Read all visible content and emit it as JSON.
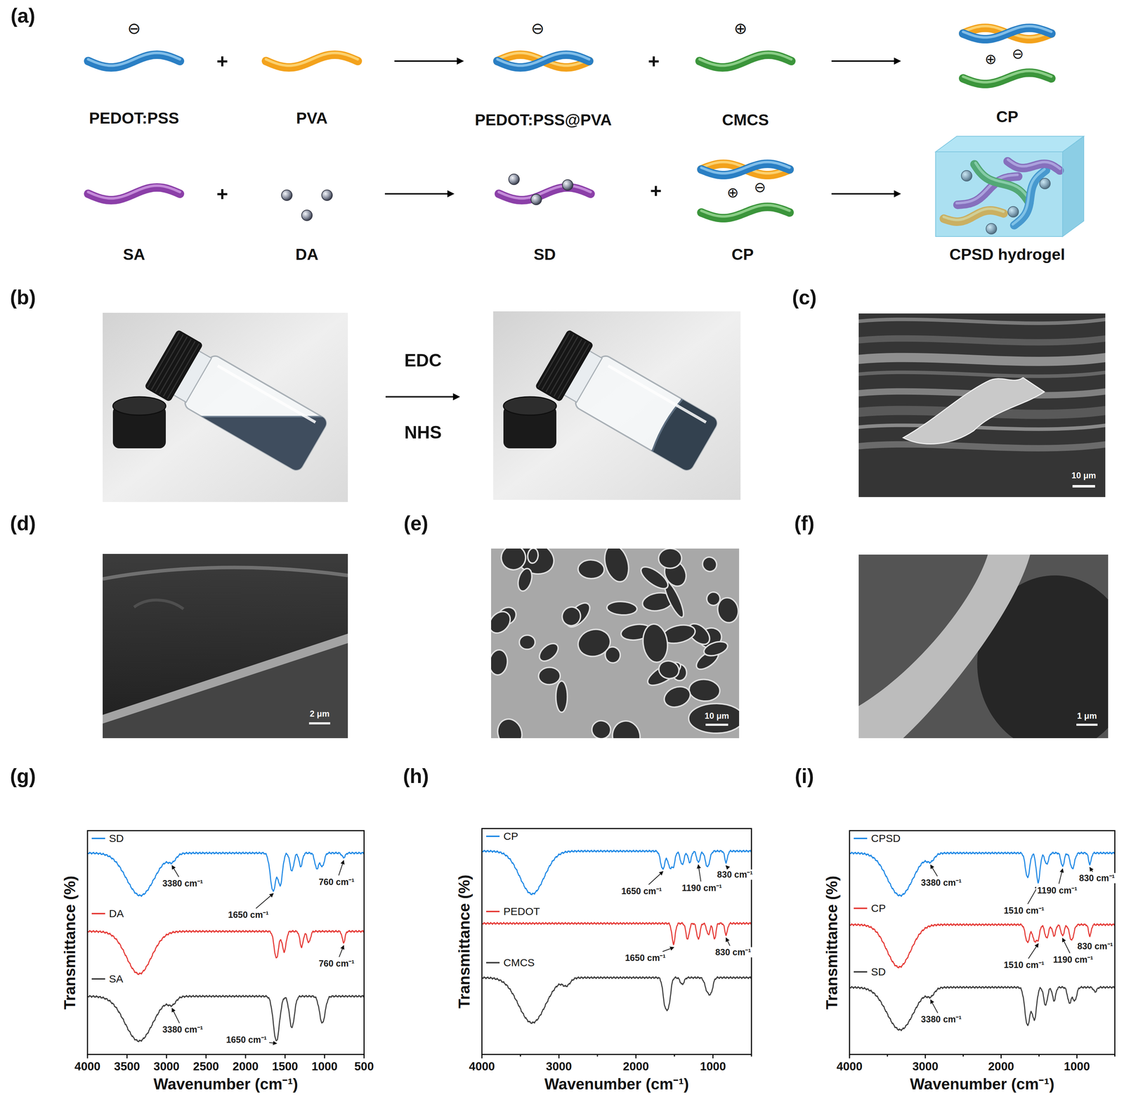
{
  "diagram": {
    "labels": [
      "(a)",
      "⊖",
      "+",
      "⊖",
      "+",
      "⊕",
      "⊕",
      "⊖",
      "PEDOT:PSS",
      "PVA",
      "PEDOT:PSS@PVA",
      "CMCS",
      "CP",
      "+",
      "+",
      "⊕",
      "⊖",
      "SA",
      "DA",
      "SD",
      "CP",
      "CPSD hydrogel",
      "(b)",
      "EDC",
      "NHS",
      "(c)",
      "10 μm",
      "(d)",
      "(e)",
      "(f)",
      "2 μm",
      "10 μm",
      "1 μm",
      "(g)",
      "(h)",
      "(i)",
      "3380 cm⁻¹",
      "1650 cm⁻¹",
      "760 cm⁻¹",
      "760 cm⁻¹",
      "3380 cm⁻¹",
      "1650 cm⁻¹",
      "Transmittance (%)",
      "4000",
      "3500",
      "3000",
      "2500",
      "2000",
      "1500",
      "1000",
      "500",
      "Wavenumber (cm⁻¹)",
      "1650 cm⁻¹",
      "1190 cm⁻¹",
      "830 cm⁻¹",
      "1650 cm⁻¹",
      "830 cm⁻¹",
      "Transmittance (%)",
      "4000",
      "3000",
      "2000",
      "1000",
      "Wavenumber (cm⁻¹)",
      "3380 cm⁻¹",
      "1190 cm⁻¹",
      "830 cm⁻¹",
      "1510 cm⁻¹",
      "1510 cm⁻¹",
      "1190 cm⁻¹",
      "830 cm⁻¹",
      "3380 cm⁻¹",
      "Transmittance (%)",
      "4000",
      "3000",
      "2000",
      "1000",
      "Wavenumber (cm⁻¹)"
    ],
    "legend": [
      {
        "text": "SD"
      },
      {
        "text": "DA"
      },
      {
        "text": "SA"
      },
      {
        "text": "CP"
      },
      {
        "text": "PEDOT"
      },
      {
        "text": "CMCS"
      },
      {
        "text": "CPSD"
      },
      {
        "text": "CP"
      },
      {
        "text": "SD"
      }
    ]
  }
}
